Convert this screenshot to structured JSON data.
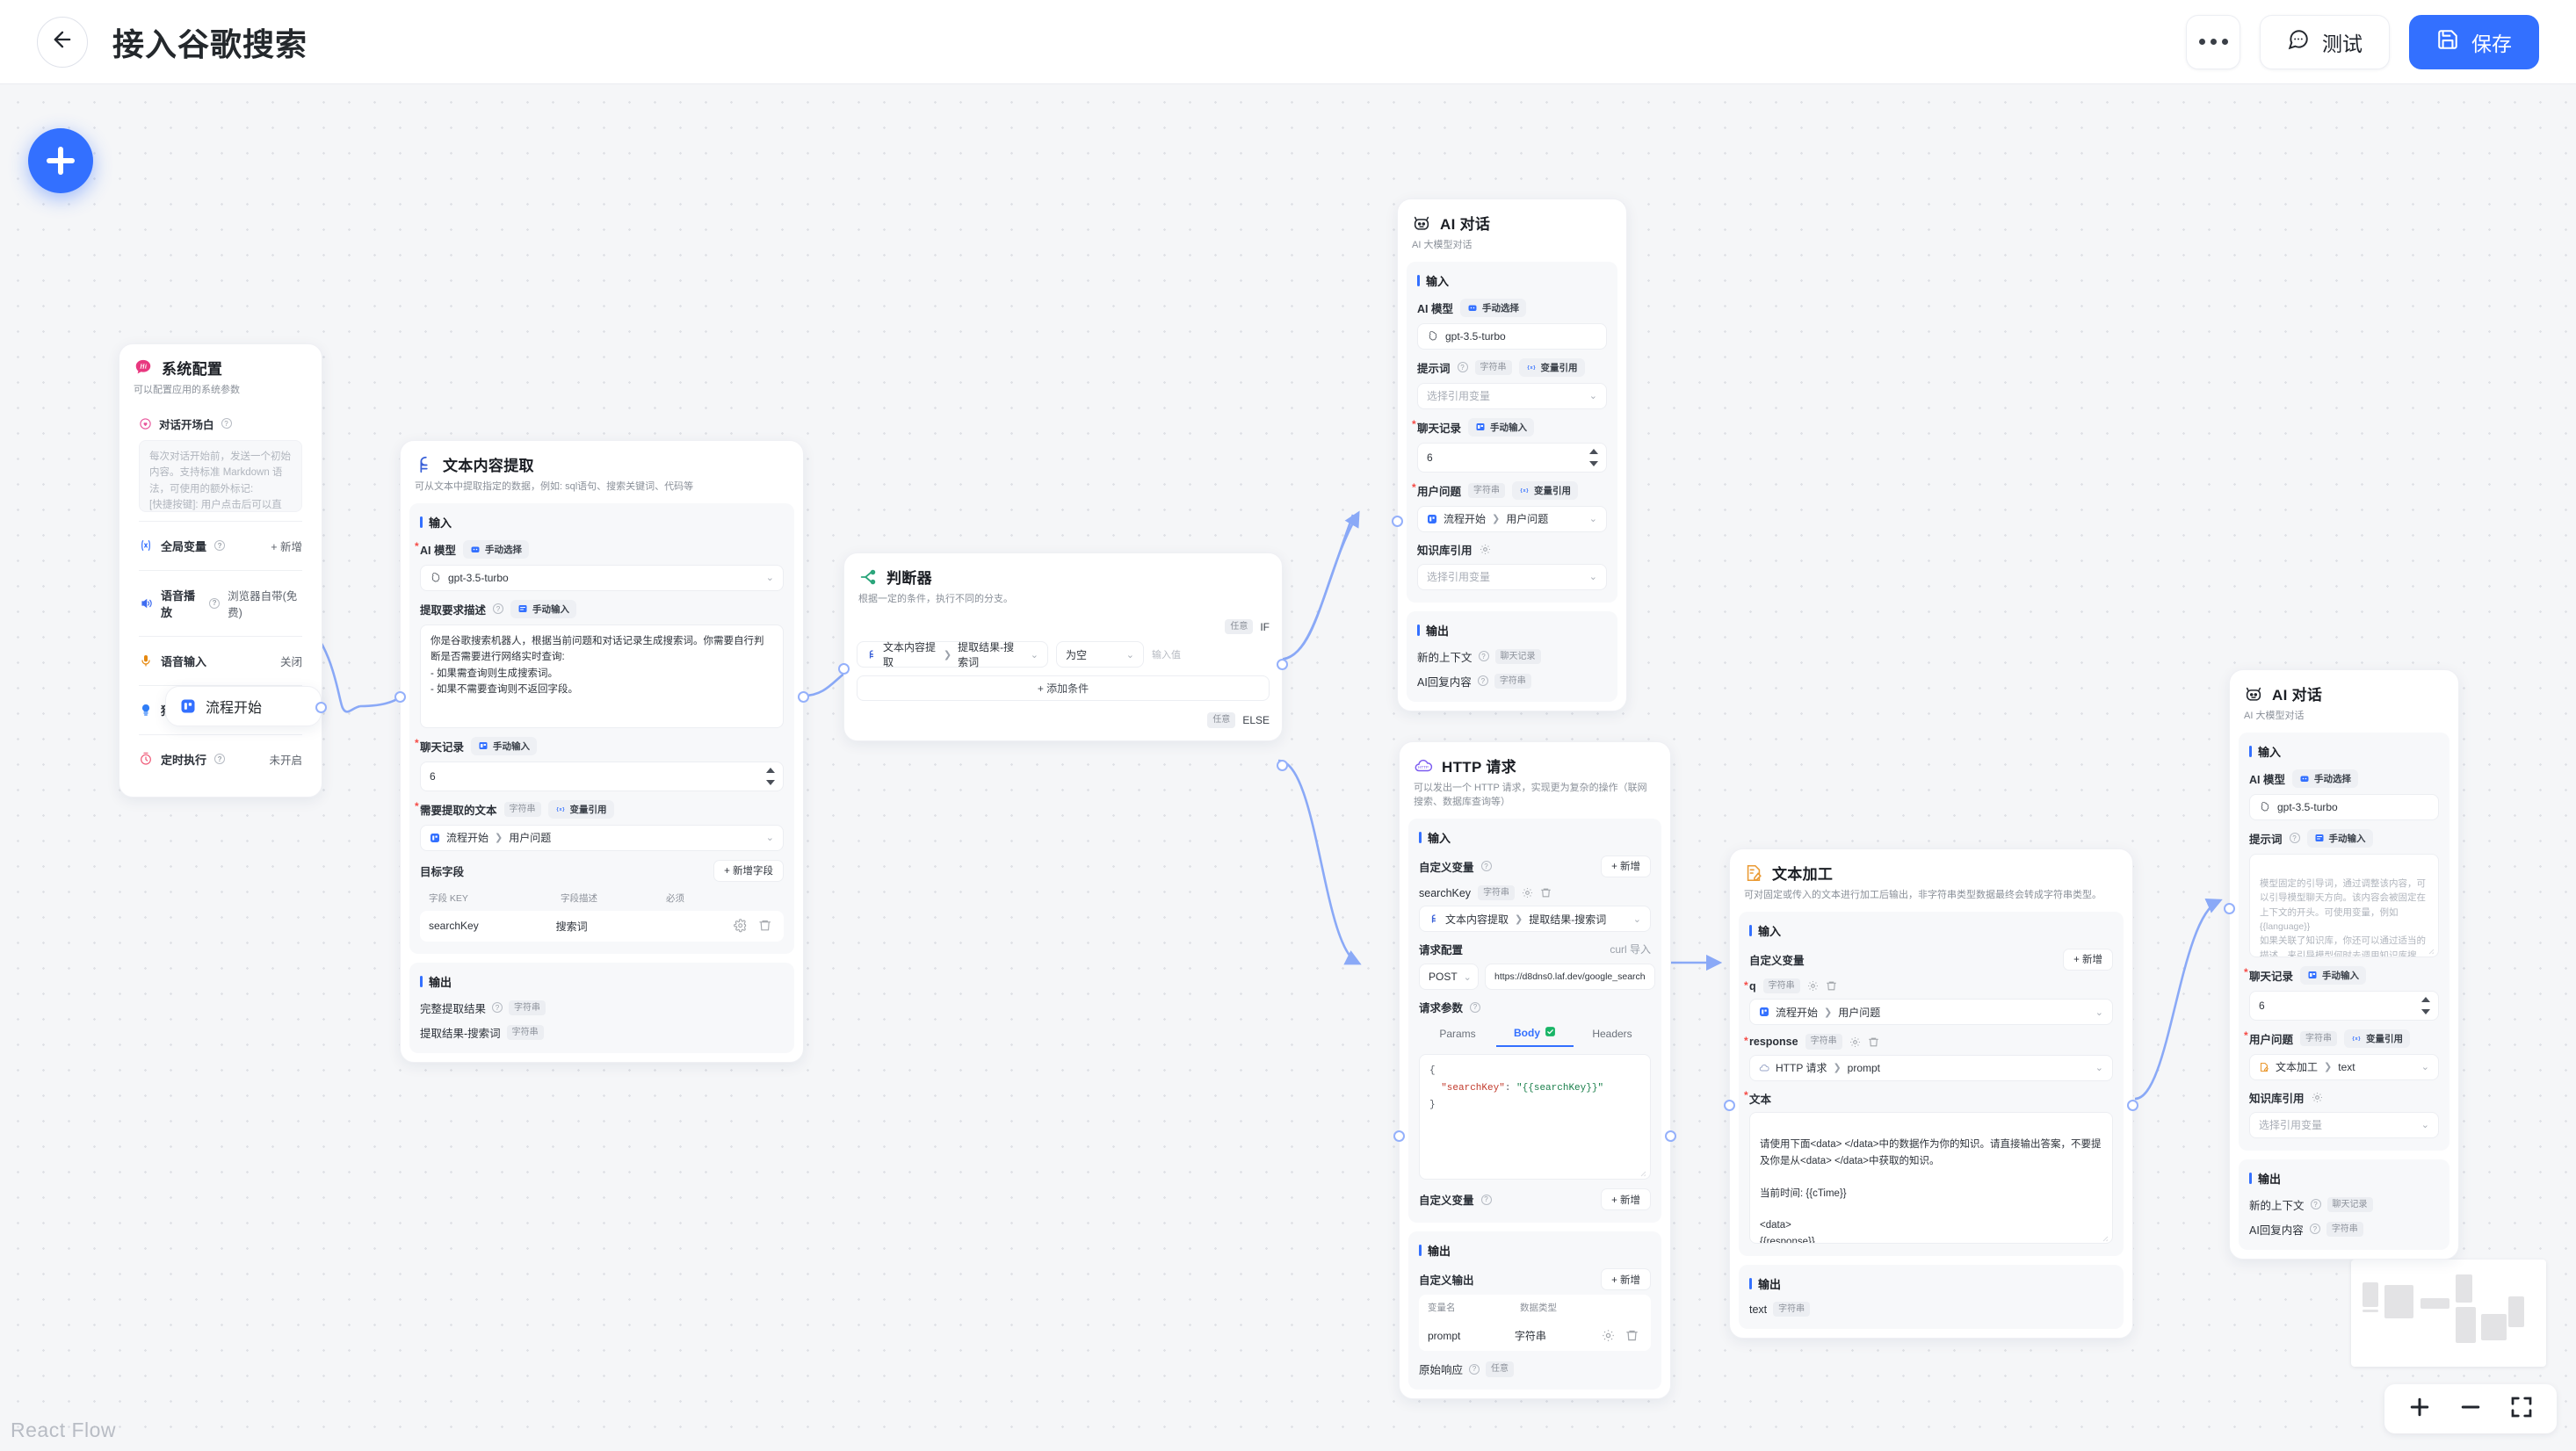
{
  "header": {
    "back_icon": "arrow-left-icon",
    "title": "接入谷歌搜索",
    "more_icon": "ellipsis-icon",
    "test_label": "测试",
    "test_icon": "chat-bubble-icon",
    "save_label": "保存",
    "save_icon": "floppy-disk-icon",
    "primary_color": "#3370ff"
  },
  "canvas": {
    "add_button_icon": "plus-icon",
    "watermark": "React Flow",
    "controls": {
      "zoom_in": "plus-icon",
      "zoom_out": "minus-icon",
      "fit_view": "fit-screen-icon"
    }
  },
  "common": {
    "input_section": "输入",
    "output_section": "输出",
    "manual_select": "手动选择",
    "manual_input": "手动输入",
    "var_ref": "变量引用",
    "type_string": "字符串",
    "type_any": "任意",
    "type_chat": "聊天记录",
    "select_var_placeholder": "选择引用变量",
    "add_label": "新增"
  },
  "nodes": {
    "system_config": {
      "title": "系统配置",
      "desc": "可以配置应用的系统参数",
      "icon": "hi-badge-icon",
      "opening": {
        "label": "对话开场白",
        "icon": "heart-chat-icon",
        "placeholder": "每次对话开始前，发送一个初始内容。支持标准 Markdown 语法，可使用的额外标记:\n[快捷按键]: 用户点击后可以直接发送该问题"
      },
      "rows": [
        {
          "label": "全局变量",
          "icon": "variable-icon",
          "has_help": true,
          "action": "+ 新增",
          "value": ""
        },
        {
          "label": "语音播放",
          "icon": "speaker-icon",
          "has_help": true,
          "value": "浏览器自带(免费)"
        },
        {
          "label": "语音输入",
          "icon": "microphone-icon",
          "has_help": false,
          "value": "关闭"
        },
        {
          "label": "猜你想问",
          "icon": "lightbulb-icon",
          "has_help": true,
          "value": "__toggle_off__"
        },
        {
          "label": "定时执行",
          "icon": "clock-icon",
          "has_help": true,
          "value": "未开启"
        }
      ]
    },
    "flow_start": {
      "title": "流程开始",
      "icon": "start-flow-icon"
    },
    "text_extract": {
      "title": "文本内容提取",
      "desc": "可从文本中提取指定的数据，例如: sql语句、搜索关键词、代码等",
      "icon": "extract-icon",
      "ai_model_label": "AI 模型",
      "ai_model_value": "gpt-3.5-turbo",
      "ai_model_icon": "openai-icon",
      "prompt_label": "提取要求描述",
      "prompt_value": "你是谷歌搜索机器人，根据当前问题和对话记录生成搜索词。你需要自行判断是否需要进行网络实时查询:\n- 如果需查询则生成搜索词。\n- 如果不需要查询则不返回字段。",
      "history_label": "聊天记录",
      "history_value": "6",
      "text_label": "需要提取的文本",
      "text_value_source": "流程开始",
      "text_value_field": "用户问题",
      "target_fields_label": "目标字段",
      "add_field_label": "+ 新增字段",
      "columns": [
        "字段 KEY",
        "字段描述",
        "必须"
      ],
      "rows": [
        {
          "key": "searchKey",
          "desc": "搜索词",
          "required": ""
        }
      ],
      "outputs": [
        {
          "label": "完整提取结果",
          "type": "字符串",
          "has_help": true
        },
        {
          "label": "提取结果-搜索词",
          "type": "字符串",
          "has_help": false
        }
      ]
    },
    "condition": {
      "title": "判断器",
      "desc": "根据一定的条件，执行不同的分支。",
      "icon": "branch-icon",
      "if_tag": "任意",
      "if_label": "IF",
      "else_tag": "任意",
      "else_label": "ELSE",
      "var_source": "文本内容提取",
      "var_field": "提取结果-搜索词",
      "operator": "为空",
      "value_placeholder": "输入值",
      "add_condition": "+ 添加条件"
    },
    "ai_chat_top": {
      "title": "AI 对话",
      "desc": "AI 大模型对话",
      "icon": "robot-icon",
      "ai_model_label": "AI 模型",
      "ai_model_value": "gpt-3.5-turbo",
      "prompt_label": "提示词",
      "prompt_placeholder": "选择引用变量",
      "history_label": "聊天记录",
      "history_value": "6",
      "question_label": "用户问题",
      "question_source": "流程开始",
      "question_field": "用户问题",
      "kb_label": "知识库引用",
      "kb_placeholder": "选择引用变量",
      "outputs": [
        {
          "label": "新的上下文",
          "type": "聊天记录",
          "has_help": true
        },
        {
          "label": "AI回复内容",
          "type": "字符串",
          "has_help": true
        }
      ]
    },
    "http_request": {
      "title": "HTTP 请求",
      "desc": "可以发出一个 HTTP 请求，实现更为复杂的操作（联网搜索、数据库查询等）",
      "icon": "http-cloud-icon",
      "custom_var_label": "自定义变量",
      "add_label": "+ 新增",
      "var_name": "searchKey",
      "var_type": "字符串",
      "var_source": "文本内容提取",
      "var_field": "提取结果-搜索词",
      "req_config_label": "请求配置",
      "curl_label": "curl 导入",
      "method": "POST",
      "url": "https://d8dns0.laf.dev/google_search",
      "req_params_label": "请求参数",
      "tabs": [
        "Params",
        "Body",
        "Headers"
      ],
      "active_tab": "Body",
      "body_code": "{\n  \"searchKey\": \"{{searchKey}}\"\n}",
      "custom_var2_label": "自定义变量",
      "custom_output_label": "自定义输出",
      "columns": [
        "变量名",
        "数据类型"
      ],
      "rows": [
        {
          "name": "prompt",
          "type": "字符串"
        }
      ],
      "raw_response_label": "原始响应",
      "raw_response_type": "任意"
    },
    "text_process": {
      "title": "文本加工",
      "desc": "可对固定或传入的文本进行加工后输出，非字符串类型数据最终会转成字符串类型。",
      "icon": "note-pencil-icon",
      "custom_var_label": "自定义变量",
      "add_label": "+ 新增",
      "vars": [
        {
          "name": "q",
          "type": "字符串",
          "source": "流程开始",
          "field": "用户问题",
          "source_icon": "start-flow-icon"
        },
        {
          "name": "response",
          "type": "字符串",
          "source": "HTTP 请求",
          "field": "prompt",
          "source_icon": "http-cloud-icon"
        }
      ],
      "text_label": "文本",
      "text_value": "请使用下面<data> </data>中的数据作为你的知识。请直接输出答案，不要提及你是从<data> </data>中获取的知识。\n\n当前时间: {{cTime}}\n\n<data>\n{{response}}\n</data>",
      "outputs": [
        {
          "label": "text",
          "type": "字符串"
        }
      ]
    },
    "ai_chat_right": {
      "title": "AI 对话",
      "desc": "AI 大模型对话",
      "icon": "robot-icon",
      "ai_model_label": "AI 模型",
      "ai_model_value": "gpt-3.5-turbo",
      "prompt_label": "提示词",
      "prompt_placeholder": "模型固定的引导词，通过调整该内容，可以引导模型聊天方向。该内容会被固定在上下文的开头。可使用变量，例如 {{language}}\n如果关联了知识库，你还可以通过适当的描述，来引导模型何时去调用知识库搜索。例如:\n你是电影《星际穿越》的助手。当用户询问与《星际穿越》相关的内容时，请搜索知识库并结合搜索结果进行回答。",
      "history_label": "聊天记录",
      "history_value": "6",
      "question_label": "用户问题",
      "question_source": "文本加工",
      "question_field": "text",
      "kb_label": "知识库引用",
      "kb_placeholder": "选择引用变量",
      "outputs": [
        {
          "label": "新的上下文",
          "type": "聊天记录",
          "has_help": true
        },
        {
          "label": "AI回复内容",
          "type": "字符串",
          "has_help": true
        }
      ]
    }
  }
}
